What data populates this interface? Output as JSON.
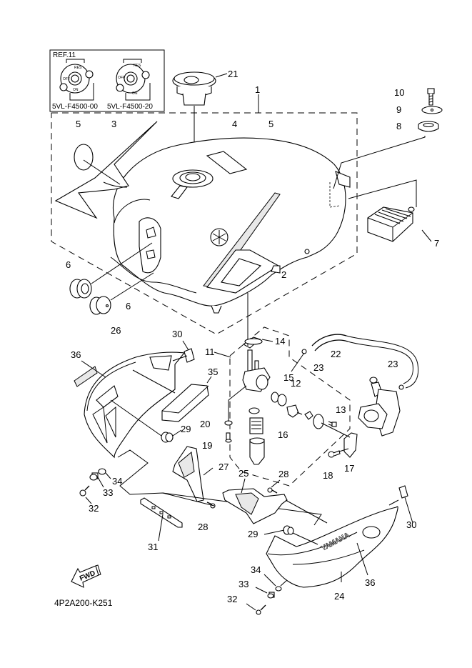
{
  "diagram": {
    "title": "Fuel Tank / Side Cover Parts Diagram",
    "code": "4P2A200-K251",
    "reference_box": {
      "label": "REF.11",
      "variants": [
        {
          "part_number": "5VL-F4500-00",
          "marks": [
            "RES",
            "OFF",
            "ON"
          ]
        },
        {
          "part_number": "5VL-F4500-20",
          "marks": [
            "RES",
            "OFF",
            "ON"
          ]
        }
      ]
    },
    "forward_arrow": {
      "label": "FWD"
    },
    "brand_decal_text": "YAMAHA",
    "callouts": [
      {
        "id": "c1",
        "number": "1"
      },
      {
        "id": "c2",
        "number": "2"
      },
      {
        "id": "c3",
        "number": "3"
      },
      {
        "id": "c4",
        "number": "4"
      },
      {
        "id": "c5a",
        "number": "5"
      },
      {
        "id": "c5b",
        "number": "5"
      },
      {
        "id": "c6a",
        "number": "6"
      },
      {
        "id": "c6b",
        "number": "6"
      },
      {
        "id": "c7",
        "number": "7"
      },
      {
        "id": "c8",
        "number": "8"
      },
      {
        "id": "c9",
        "number": "9"
      },
      {
        "id": "c10",
        "number": "10"
      },
      {
        "id": "c11",
        "number": "11"
      },
      {
        "id": "c12",
        "number": "12"
      },
      {
        "id": "c13",
        "number": "13"
      },
      {
        "id": "c14",
        "number": "14"
      },
      {
        "id": "c15",
        "number": "15"
      },
      {
        "id": "c16",
        "number": "16"
      },
      {
        "id": "c17",
        "number": "17"
      },
      {
        "id": "c18",
        "number": "18"
      },
      {
        "id": "c19",
        "number": "19"
      },
      {
        "id": "c20",
        "number": "20"
      },
      {
        "id": "c21",
        "number": "21"
      },
      {
        "id": "c22",
        "number": "22"
      },
      {
        "id": "c23a",
        "number": "23"
      },
      {
        "id": "c23b",
        "number": "23"
      },
      {
        "id": "c24",
        "number": "24"
      },
      {
        "id": "c25",
        "number": "25"
      },
      {
        "id": "c26",
        "number": "26"
      },
      {
        "id": "c27",
        "number": "27"
      },
      {
        "id": "c28a",
        "number": "28"
      },
      {
        "id": "c28b",
        "number": "28"
      },
      {
        "id": "c29a",
        "number": "29"
      },
      {
        "id": "c29b",
        "number": "29"
      },
      {
        "id": "c30a",
        "number": "30"
      },
      {
        "id": "c30b",
        "number": "30"
      },
      {
        "id": "c31",
        "number": "31"
      },
      {
        "id": "c32a",
        "number": "32"
      },
      {
        "id": "c32b",
        "number": "32"
      },
      {
        "id": "c33a",
        "number": "33"
      },
      {
        "id": "c33b",
        "number": "33"
      },
      {
        "id": "c34a",
        "number": "34"
      },
      {
        "id": "c34b",
        "number": "34"
      },
      {
        "id": "c35",
        "number": "35"
      },
      {
        "id": "c36a",
        "number": "36"
      },
      {
        "id": "c36b",
        "number": "36"
      }
    ]
  }
}
